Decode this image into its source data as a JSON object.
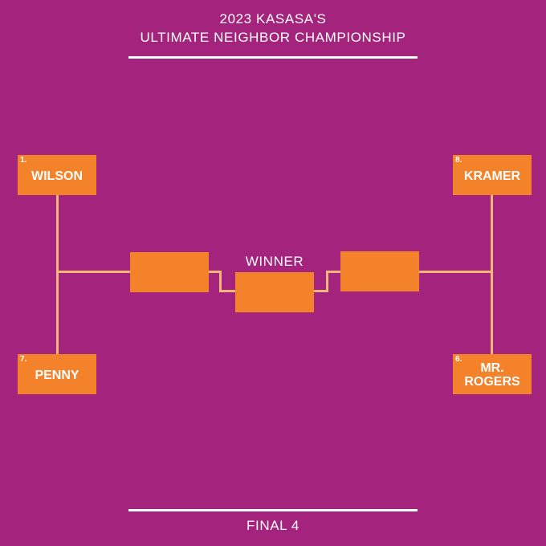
{
  "header": {
    "title_line1": "2023 KASASA'S",
    "title_line2": "ULTIMATE NEIGHBOR CHAMPIONSHIP"
  },
  "bracket": {
    "winner_label": "WINNER",
    "left": [
      {
        "seed": "1.",
        "name": "WILSON"
      },
      {
        "seed": "7.",
        "name": "PENNY"
      }
    ],
    "right": [
      {
        "seed": "8.",
        "name": "KRAMER"
      },
      {
        "seed": "6.",
        "name": "MR. ROGERS"
      }
    ]
  },
  "footer": {
    "round_label": "FINAL 4"
  },
  "colors": {
    "background": "#a3237d",
    "box": "#f4822b",
    "connector": "#f7b77a",
    "text": "#ffffff"
  }
}
